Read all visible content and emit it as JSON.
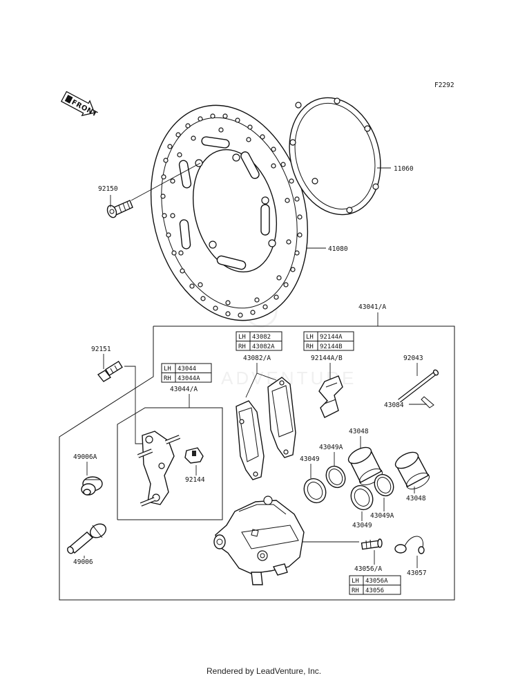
{
  "diagram": {
    "figure_code": "F2292",
    "front_label": "FRONT",
    "watermark": "ADVENTURE",
    "footer": "Rendered by LeadVenture, Inc."
  },
  "labels": {
    "p92150": "92150",
    "p11060": "11060",
    "p41080": "41080",
    "p43041": "43041/A",
    "p92151": "92151",
    "p43082": "43082/A",
    "p92144ab": "92144A/B",
    "p92043": "92043",
    "p43084": "43084",
    "p43044": "43044/A",
    "p49006a": "49006A",
    "p92144": "92144",
    "p43048_top": "43048",
    "p43049a_top": "43049A",
    "p43049_top": "43049",
    "p43048_right": "43048",
    "p43049_bottom": "43049",
    "p43049a_bottom": "43049A",
    "p49006": "49006",
    "p43056": "43056/A",
    "p43057": "43057"
  },
  "variant_tables": {
    "pads": {
      "rows": [
        {
          "side": "LH",
          "part": "43082"
        },
        {
          "side": "RH",
          "part": "43082A"
        }
      ]
    },
    "pins": {
      "rows": [
        {
          "side": "LH",
          "part": "92144A"
        },
        {
          "side": "RH",
          "part": "92144B"
        }
      ]
    },
    "bracket": {
      "rows": [
        {
          "side": "LH",
          "part": "43044"
        },
        {
          "side": "RH",
          "part": "43044A"
        }
      ]
    },
    "bleeder": {
      "rows": [
        {
          "side": "LH",
          "part": "43056A"
        },
        {
          "side": "RH",
          "part": "43056"
        }
      ]
    }
  }
}
